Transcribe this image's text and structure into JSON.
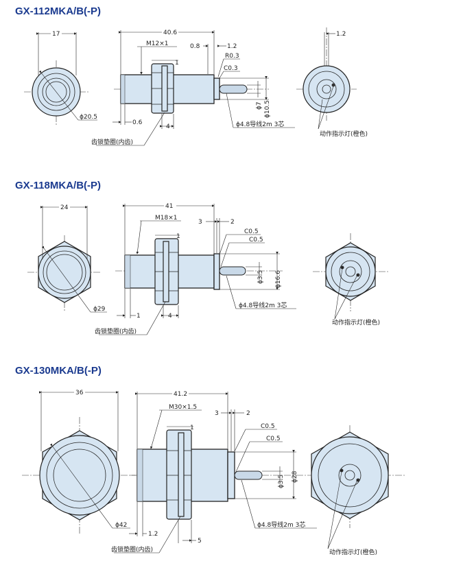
{
  "models": [
    {
      "title": "GX-112MKA/B(-P)",
      "front_width": "17",
      "front_dia": "ϕ20.5",
      "length": "40.6",
      "thread": "M12×1",
      "nut_thick": "1",
      "gap": "0.8",
      "tail": "1.2",
      "radius": "R0.3",
      "chamfer1": "C0.3",
      "tail_dia": "ϕ7",
      "body_dia": "ϕ10.5",
      "washer_offset": "0.6",
      "washer_thick": "4",
      "cable": "ϕ4.8导线2m 3芯",
      "washer_label": "齿锁垫圈(内齿)",
      "rear_tail": "1.2",
      "led_label": "动作指示灯(橙色)"
    },
    {
      "title": "GX-118MKA/B(-P)",
      "front_width": "24",
      "front_dia": "ϕ29",
      "length": "41",
      "thread": "M18×1",
      "nut_thick": "1",
      "gap": "3",
      "tail": "2",
      "chamfer1": "C0.5",
      "chamfer2": "C0.5",
      "tail_dia": "ϕ3.5",
      "body_dia": "ϕ16.6",
      "washer_offset": "1",
      "washer_thick": "4",
      "cable": "ϕ4.8导线2m 3芯",
      "washer_label": "齿锁垫圈(内齿)",
      "led_label": "动作指示灯(橙色)"
    },
    {
      "title": "GX-130MKA/B(-P)",
      "front_width": "36",
      "front_dia": "ϕ42",
      "length": "41.2",
      "thread": "M30×1.5",
      "nut_thick": "1",
      "gap": "3",
      "tail": "2",
      "chamfer1": "C0.5",
      "chamfer2": "C0.5",
      "tail_dia": "ϕ3.5",
      "body_dia": "ϕ28",
      "washer_offset": "1.2",
      "washer_thick": "5",
      "cable": "ϕ4.8导线2m 3芯",
      "washer_label": "齿锁垫圈(内齿)",
      "led_label": "动作指示灯(橙色)"
    }
  ]
}
